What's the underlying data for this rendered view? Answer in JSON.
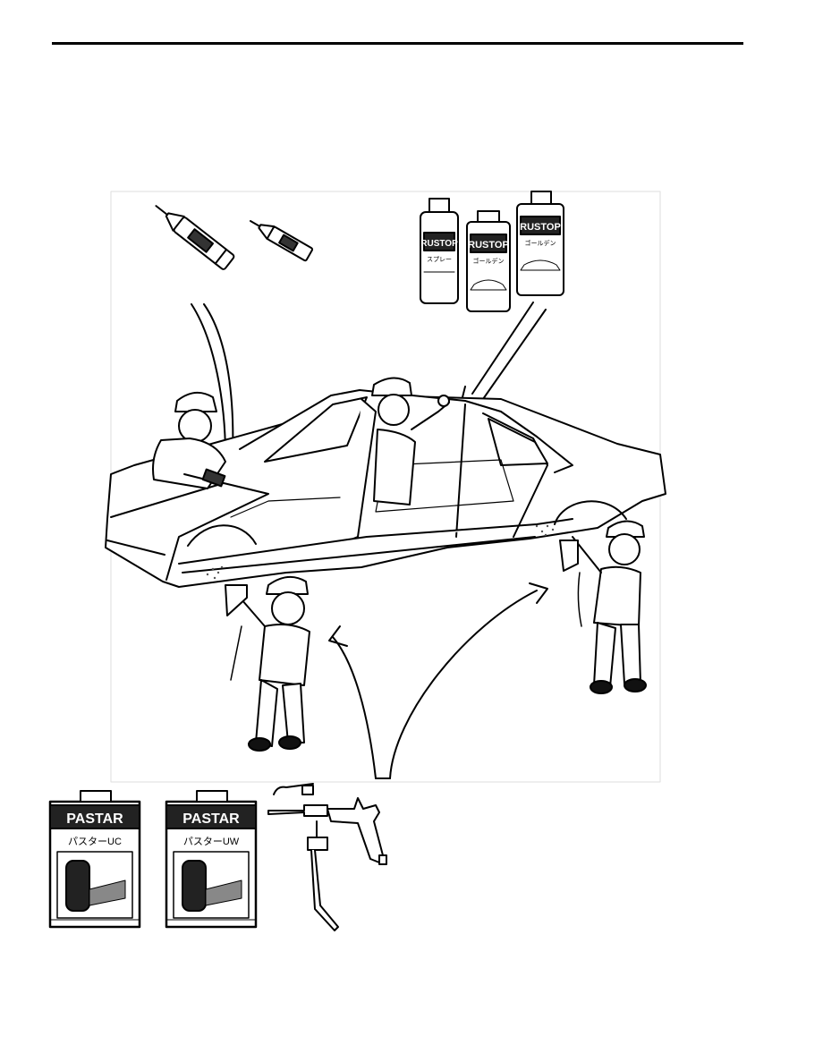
{
  "page": {
    "background": "#ffffff",
    "line_color": "#000000"
  },
  "products": {
    "sealer_tube_label": "",
    "rustop_cans": [
      {
        "brand": "RUSTOP",
        "sub": "スプレー"
      },
      {
        "brand": "RUSTOP",
        "sub": "ゴールデン"
      },
      {
        "brand": "RUSTOP",
        "sub": "ゴールデン"
      }
    ],
    "pastar_cans": [
      {
        "brand": "PASTAR",
        "sub": "パスターUC"
      },
      {
        "brand": "PASTAR",
        "sub": "パスターUW"
      }
    ]
  },
  "icons": [
    "sealer-tube-icon",
    "spray-can-icon",
    "spray-gun-icon",
    "worker-figure",
    "car-body-shell"
  ]
}
